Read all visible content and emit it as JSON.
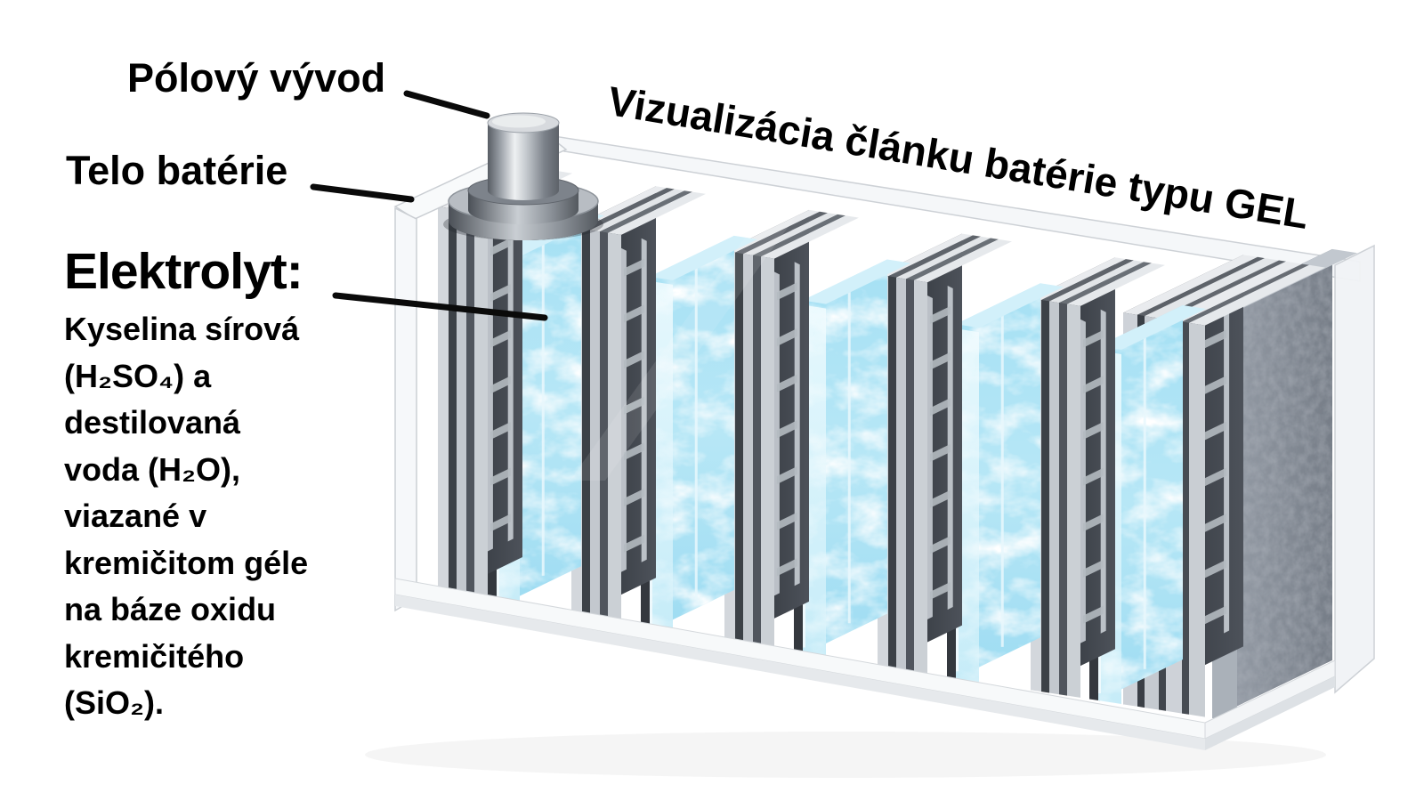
{
  "title": "Vizualizácia článku batérie typu GEL",
  "labels": {
    "terminal": "Pólový vývod",
    "body": "Telo batérie",
    "electrolyte_heading": "Elektrolyt:",
    "electrolyte_lines": [
      "Kyselina sírová",
      "(H₂SO₄) a",
      "destilovaná",
      "voda (H₂O),",
      "viazané v",
      "kremičitom géle",
      "na báze oxidu",
      "kremičitého",
      "(SiO₂)."
    ]
  },
  "colors": {
    "gel_blue": "#aee3f5",
    "plate_dark": "#3c4147",
    "plate_light": "#cdd2d7",
    "case_white": "#f6f8fa",
    "end_panel_gray": "#8d949d",
    "label_text": "#000000"
  }
}
